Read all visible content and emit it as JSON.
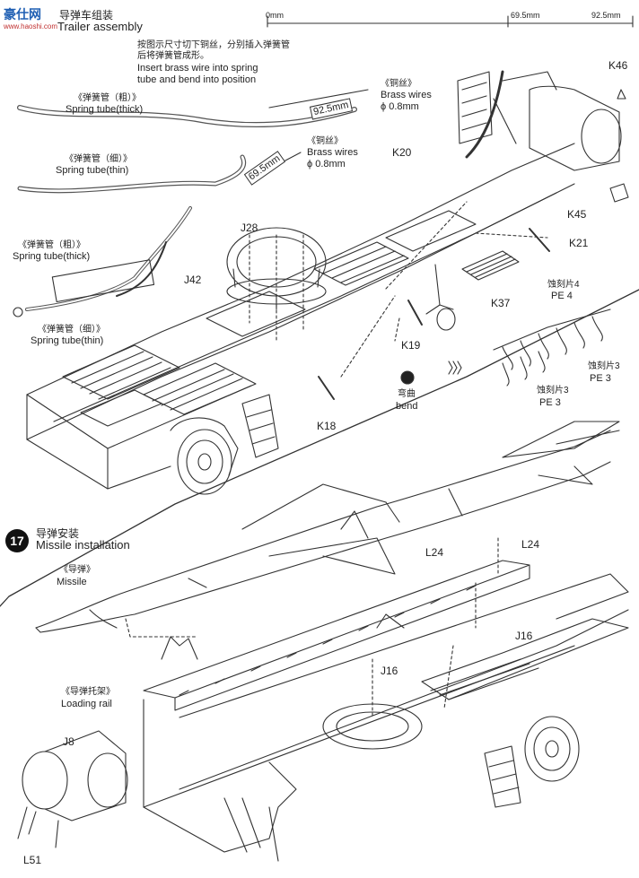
{
  "watermark": {
    "text": "豪仕网",
    "sub": "www.haoshi.com"
  },
  "ruler": {
    "labels": [
      "0mm",
      "69.5mm",
      "92.5mm"
    ]
  },
  "step16": {
    "title_cn": "导弹车组装",
    "title_en": "Trailer assembly",
    "instruction_cn_1": "按图示尺寸切下铜丝，分别插入弹簧管",
    "instruction_cn_2": "后将弹簧管成形。",
    "instruction_en_1": "Insert brass wire into spring",
    "instruction_en_2": "tube and bend into position",
    "spring_thick_cn": "《弹簧管（粗）》",
    "spring_thick_en": "Spring tube(thick)",
    "spring_thin_cn": "《弹簧管（细）》",
    "spring_thin_en": "Spring tube(thin)",
    "brass_cn": "《铜丝》",
    "brass_en": "Brass wires",
    "brass_size": "ϕ 0.8mm",
    "brass2_cn": "《铜丝》",
    "brass2_en": "Brass wires",
    "brass2_size": "ϕ 0.8mm",
    "dim_925": "92.5mm",
    "dim_695": "69.5mm",
    "spring_thick2_cn": "《弹簧管（粗）》",
    "spring_thick2_en": "Spring tube(thick)",
    "spring_thin2_cn": "《弹簧管（细）》",
    "spring_thin2_en": "Spring tube(thin)",
    "bend_cn": "弯曲",
    "bend_en": "bend",
    "pe4_cn": "蚀刻片4",
    "pe4_en": "PE 4",
    "pe3a_cn": "蚀刻片3",
    "pe3a_en": "PE 3",
    "pe3b_cn": "蚀刻片3",
    "pe3b_en": "PE 3",
    "parts": [
      "K46",
      "K20",
      "K45",
      "K21",
      "J28",
      "J42",
      "K37",
      "K19",
      "K18"
    ]
  },
  "step17": {
    "number": "17",
    "title_cn": "导弹安装",
    "title_en": "Missile installation",
    "missile_cn": "《导弹》",
    "missile_en": "Missile",
    "rail_cn": "《导弹托架》",
    "rail_en": "Loading rail",
    "parts": [
      "L24",
      "L24",
      "J16",
      "J16",
      "J8",
      "L51"
    ]
  }
}
